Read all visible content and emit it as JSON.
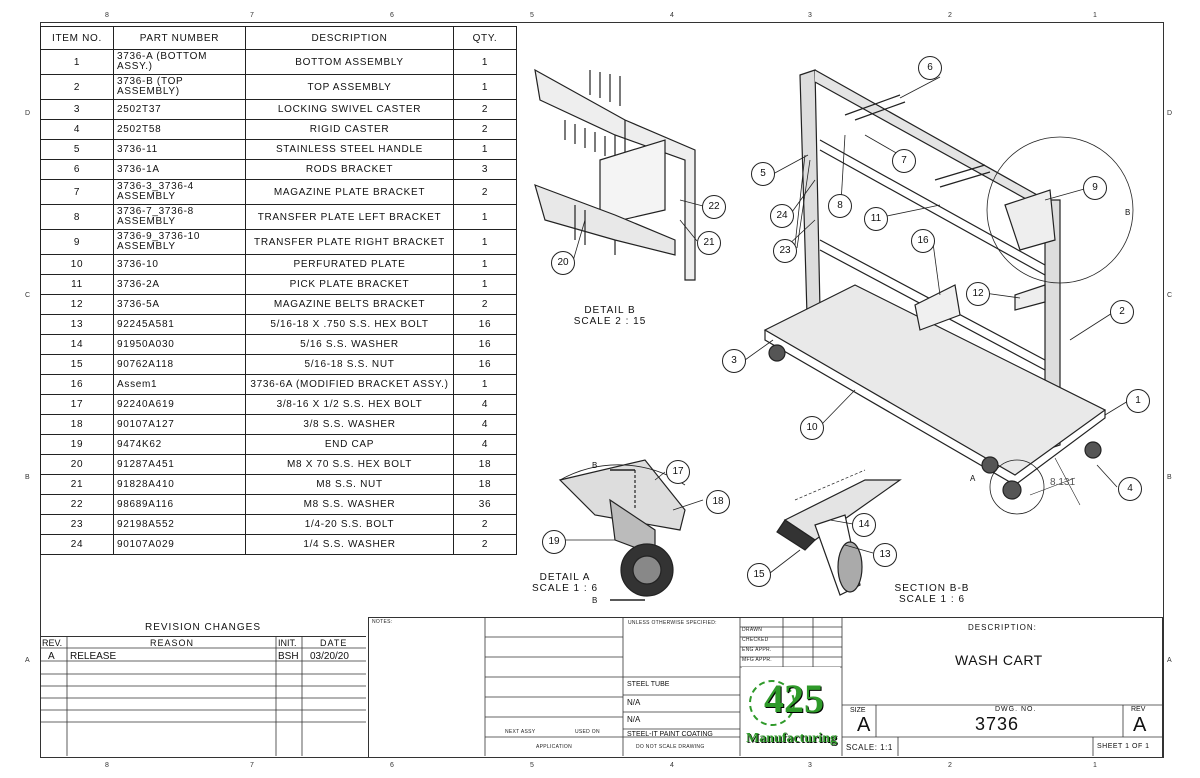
{
  "zones": {
    "top": [
      "8",
      "7",
      "6",
      "5",
      "4",
      "3",
      "2",
      "1"
    ],
    "side": [
      "D",
      "C",
      "B",
      "A"
    ]
  },
  "bom": {
    "headers": [
      "ITEM NO.",
      "PART NUMBER",
      "DESCRIPTION",
      "QTY."
    ],
    "rows": [
      [
        "1",
        "3736-A (BOTTOM ASSY.)",
        "BOTTOM ASSEMBLY",
        "1"
      ],
      [
        "2",
        "3736-B (TOP ASSEMBLY)",
        "TOP ASSEMBLY",
        "1"
      ],
      [
        "3",
        "2502T37",
        "LOCKING SWIVEL CASTER",
        "2"
      ],
      [
        "4",
        "2502T58",
        "RIGID CASTER",
        "2"
      ],
      [
        "5",
        "3736-11",
        "STAINLESS STEEL HANDLE",
        "1"
      ],
      [
        "6",
        "3736-1A",
        "RODS BRACKET",
        "3"
      ],
      [
        "7",
        "3736-3_3736-4 ASSEMBLY",
        "MAGAZINE PLATE BRACKET",
        "2"
      ],
      [
        "8",
        "3736-7_3736-8 ASSEMBLY",
        "TRANSFER PLATE LEFT BRACKET",
        "1"
      ],
      [
        "9",
        "3736-9_3736-10 ASSEMBLY",
        "TRANSFER PLATE RIGHT BRACKET",
        "1"
      ],
      [
        "10",
        "3736-10",
        "PERFURATED PLATE",
        "1"
      ],
      [
        "11",
        "3736-2A",
        "PICK PLATE BRACKET",
        "1"
      ],
      [
        "12",
        "3736-5A",
        "MAGAZINE BELTS BRACKET",
        "2"
      ],
      [
        "13",
        "92245A581",
        "5/16-18 X .750 S.S. HEX BOLT",
        "16"
      ],
      [
        "14",
        "91950A030",
        "5/16 S.S. WASHER",
        "16"
      ],
      [
        "15",
        "90762A118",
        "5/16-18 S.S. NUT",
        "16"
      ],
      [
        "16",
        "Assem1",
        "3736-6A (MODIFIED BRACKET ASSY.)",
        "1"
      ],
      [
        "17",
        "92240A619",
        "3/8-16 X 1/2 S.S. HEX BOLT",
        "4"
      ],
      [
        "18",
        "90107A127",
        "3/8 S.S. WASHER",
        "4"
      ],
      [
        "19",
        "9474K62",
        "END CAP",
        "4"
      ],
      [
        "20",
        "91287A451",
        "M8 X 70 S.S. HEX BOLT",
        "18"
      ],
      [
        "21",
        "91828A410",
        "M8 S.S. NUT",
        "18"
      ],
      [
        "22",
        "98689A116",
        "M8 S.S. WASHER",
        "36"
      ],
      [
        "23",
        "92198A552",
        "1/4-20 S.S. BOLT",
        "2"
      ],
      [
        "24",
        "90107A029",
        "1/4 S.S. WASHER",
        "2"
      ]
    ]
  },
  "views": {
    "detail_b": [
      "DETAIL B",
      "SCALE 2 : 15"
    ],
    "detail_a": [
      "DETAIL A",
      "SCALE 1 : 6"
    ],
    "section_bb": [
      "SECTION B-B",
      "SCALE 1 : 6"
    ],
    "dimension": "8.131",
    "section_letter_b": "B",
    "section_letter_a": "A"
  },
  "balloons": {
    "main": [
      "6",
      "7",
      "5",
      "9",
      "24",
      "8",
      "11",
      "23",
      "16",
      "12",
      "2",
      "3",
      "10",
      "1",
      "4"
    ],
    "detail_b": [
      "22",
      "21",
      "20"
    ],
    "detail_a": [
      "17",
      "18",
      "19"
    ],
    "section": [
      "14",
      "13",
      "15"
    ]
  },
  "revision": {
    "title": "REVISION CHANGES",
    "headers": [
      "REV.",
      "REASON",
      "INIT.",
      "DATE"
    ],
    "row": [
      "A",
      "RELEASE",
      "BSH",
      "03/20/20"
    ]
  },
  "title_block": {
    "notes_label": "NOTES:",
    "tolerance_label": "UNLESS OTHERWISE SPECIFIED:",
    "material": "STEEL TUBE",
    "weight": "N/A",
    "finish_a": "N/A",
    "finish_b": "STEEL-IT PAINT COATING",
    "drawn_label": "DRAWN",
    "checked_label": "CHECKED",
    "eng_label": "ENG APPR.",
    "mfg_label": "MFG APPR.",
    "application_label": "APPLICATION",
    "no_scale": "DO NOT SCALE DRAWING",
    "next_assy": "NEXT ASSY",
    "used_on": "USED ON",
    "description_label": "DESCRIPTION:",
    "description": "WASH CART",
    "size_label": "SIZE",
    "size": "A",
    "dwg_label": "DWG. NO.",
    "dwg_no": "3736",
    "rev_label": "REV",
    "rev": "A",
    "scale": "SCALE: 1:1",
    "sheet": "SHEET 1 OF 1",
    "logo_number": "425",
    "logo_text": "Manufacturing",
    "brand_green": "#2f9a2a"
  }
}
